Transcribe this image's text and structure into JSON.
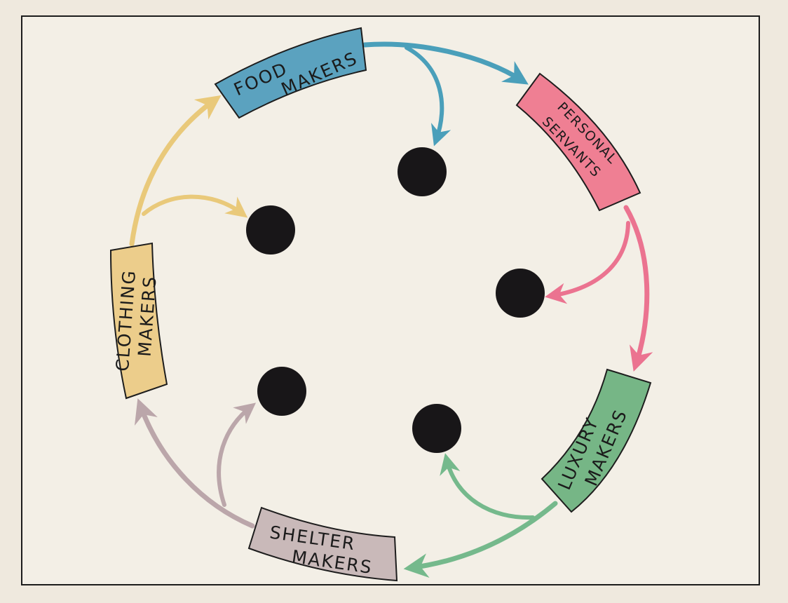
{
  "groups": {
    "food": {
      "line1": "FOOD",
      "line2": "MAKERS",
      "color": "#5ba2bf",
      "arrow_color": "#4a9fba"
    },
    "servants": {
      "line1": "PERSONAL",
      "line2": "SERVANTS",
      "color": "#ef7f93",
      "arrow_color": "#eb7390"
    },
    "luxury": {
      "line1": "LUXURY",
      "line2": "MAKERS",
      "color": "#76b686",
      "arrow_color": "#75b98c"
    },
    "shelter": {
      "line1": "SHELTER",
      "line2": "MAKERS",
      "color": "#c9b9b9",
      "arrow_color": "#c2aeb1"
    },
    "clothing": {
      "line1": "CLOTHING",
      "line2": "MAKERS",
      "color": "#eccd8b",
      "arrow_color": "#e9c97a"
    }
  },
  "center_dots_color": "#181618",
  "paper_color": "#f3efe6"
}
